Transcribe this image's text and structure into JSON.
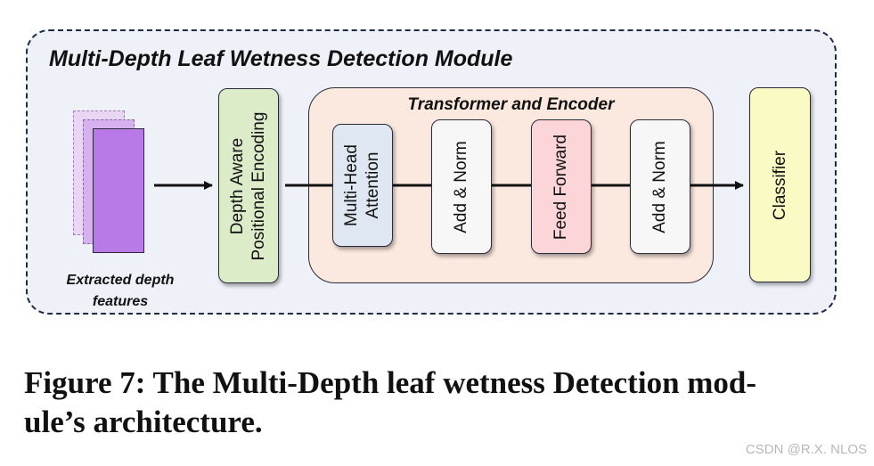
{
  "module_title": "Multi-Depth Leaf Wetness Detection Module",
  "input_label_line1": "Extracted depth",
  "input_label_line2": "features",
  "positional_encoding_line1": "Depth Aware",
  "positional_encoding_line2": "Positional Encoding",
  "transformer_title": "Transformer and Encoder",
  "blocks": {
    "multi_head_line1": "Multi-Head",
    "multi_head_line2": "Attention",
    "add_norm_1": "Add & Norm",
    "feed_forward": "Feed Forward",
    "add_norm_2": "Add & Norm"
  },
  "classifier": "Classifier",
  "caption_line1": "Figure 7: The Multi-Depth leaf wetness Detection mod-",
  "caption_line2": "ule’s architecture.",
  "watermark": "CSDN @R.X. NLOS",
  "colors": {
    "input_features": "#b87ae6",
    "positional_encoding": "#dcecc9",
    "transformer_bg": "#fbe8de",
    "multi_head": "#dfe7f3",
    "add_norm": "#f7f7f7",
    "feed_forward": "#fbd5d8",
    "classifier": "#fafac4",
    "module_bg": "#eef2f8"
  }
}
